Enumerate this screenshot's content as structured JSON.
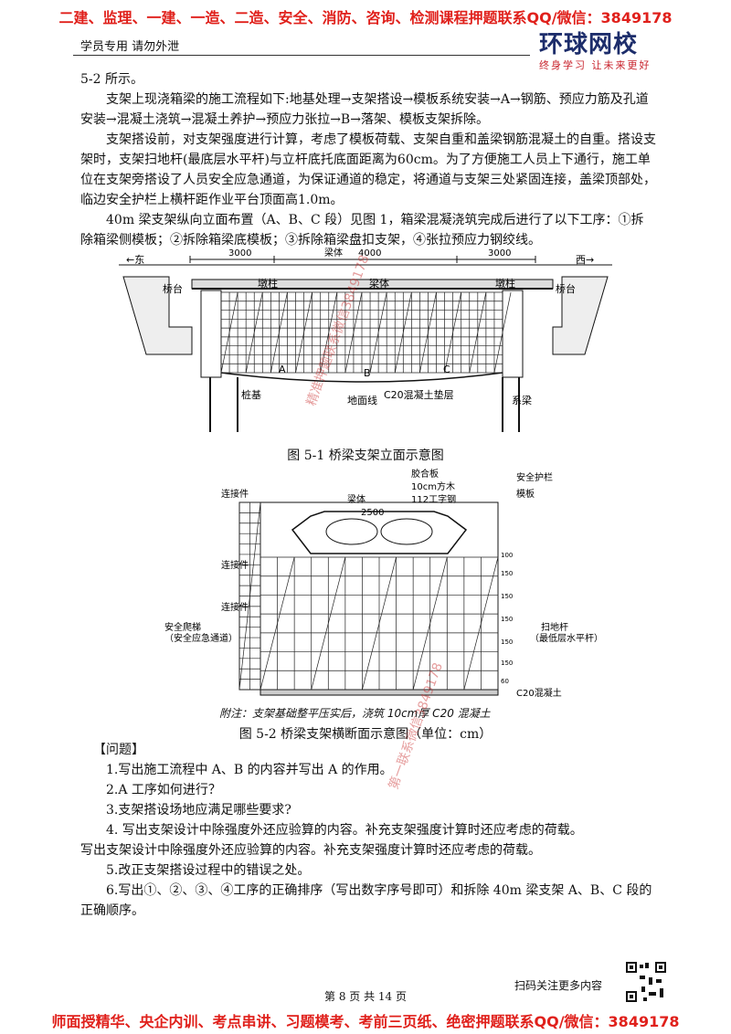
{
  "banner": {
    "top": "二建、监理、一建、一造、二造、安全、消防、咨询、检测课程押题联系QQ/微信：3849178",
    "bottom": "师面授精华、央企内训、考点串讲、习题模考、考前三页纸、绝密押题联系QQ/微信：3849178"
  },
  "header": {
    "left": "学员专用 请勿外泄",
    "logo_main": "环球网校",
    "logo_sub": "终身学习 让未来更好"
  },
  "body": {
    "p1": "5-2 所示。",
    "p2": "支架上现浇箱梁的施工流程如下:地基处理→支架搭设→模板系统安装→A→钢筋、预应力筋及孔道安装→混凝土浇筑→混凝土养护→预应力张拉→B→落架、模板支架拆除。",
    "p3": "支架搭设前，对支架强度进行计算，考虑了模板荷载、支架自重和盖梁钢筋混凝土的自重。搭设支架时，支架扫地杆(最底层水平杆)与立杆底托底面距离为60cm。为了方便施工人员上下通行，施工单位在支架旁搭设了人员安全应急通道，为保证通道的稳定，将通道与支架三处紧固连接，盖梁顶部处，临边安全护栏上横杆距作业平台顶面高1.0m。",
    "p4": "40m 梁支架纵向立面布置（A、B、C 段）见图 1，箱梁混凝浇筑完成后进行了以下工序：①拆除箱梁侧模板；②拆除箱梁底模板；③拆除箱梁盘扣支架，④张拉预应力钢绞线。"
  },
  "fig1": {
    "caption": "图 5-1 桥梁支架立面示意图",
    "dim_left": "3000",
    "dim_mid": "4000",
    "dim_right": "3000",
    "east": "←东",
    "west": "西→",
    "abutment_l": "桥台",
    "abutment_r": "桥台",
    "pier_l": "墩柱",
    "pier_r": "墩柱",
    "beam_body": "梁体",
    "beam_top": "梁体",
    "seg_a": "A",
    "seg_b": "B",
    "seg_c": "C",
    "pile": "桩基",
    "ground": "地面线",
    "cushion": "C20混凝土垫层",
    "tie": "系梁"
  },
  "fig2": {
    "caption": "图 5-2 桥梁支架横断面示意图（单位：cm）",
    "note": "附注：支架基础整平压实后，浇筑 10cm厚 C20 混凝土",
    "beam": "梁体",
    "width": "2500",
    "plate": "胶合板",
    "wood": "10cm方木",
    "steel": "112工字钢",
    "rail": "安全护栏",
    "formwork": "模板",
    "link1": "连接件",
    "link2": "连接件",
    "link3": "连接件",
    "ladder1": "安全爬梯",
    "ladder2": "（安全应急通道）",
    "sweep1": "扫地杆",
    "sweep2": "（最低层水平杆）",
    "c20": "C20混凝土",
    "d1": "100",
    "d2": "150",
    "d3": "150",
    "d4": "150",
    "d5": "150",
    "d6": "150",
    "d7": "60"
  },
  "questions": {
    "heading": "【问题】",
    "q1": "1.写出施工流程中 A、B 的内容并写出 A 的作用。",
    "q2": "2.A 工序如何进行？",
    "q3": "3.支架搭设场地应满足哪些要求?",
    "q4a": "4. 写出支架设计中除强度外还应验算的内容。补充支架强度计算时还应考虑的荷载。",
    "q4b": "写出支架设计中除强度外还应验算的内容。补充支架强度计算时还应考虑的荷载。",
    "q5": "5.改正支架搭设过程中的错误之处。",
    "q6": "6.写出①、②、③、④工序的正确排序（写出数字序号即可）和拆除 40m 梁支架 A、B、C 段的正确顺序。"
  },
  "footer": {
    "page": "第 8 页 共 14 页",
    "qr_label": "扫码关注更多内容"
  },
  "watermarks": {
    "w1": "精准押题联系微信3849178",
    "w2": "第一联系微信3849178"
  }
}
